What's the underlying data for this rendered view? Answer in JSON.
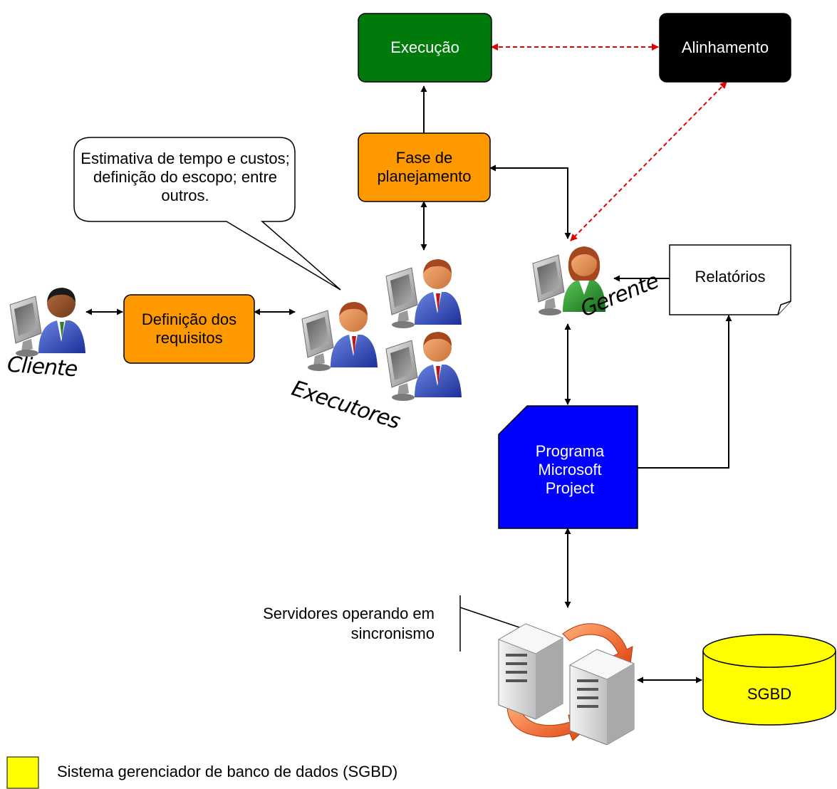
{
  "nodes": {
    "execucao": "Execução",
    "alinhamento": "Alinhamento",
    "fase_planejamento": "Fase de planejamento",
    "definicao_requisitos": "Definição dos requisitos",
    "relatorios": "Relatórios",
    "ms_project": "Programa Microsoft Project",
    "sgbd": "SGBD"
  },
  "callout": "Estimativa de tempo e custos; definição do escopo; entre outros.",
  "actors": {
    "cliente": "Cliente",
    "executores": "Executores",
    "gerente": "Gerente"
  },
  "servers_note": "Servidores operando em sincronismo",
  "legend": {
    "text": "Sistema gerenciador de banco de dados (SGBD)",
    "swatch_color": "#ffff00"
  },
  "colors": {
    "execucao": "#007a0b",
    "alinhamento": "#000000",
    "planejamento": "#ff9900",
    "requisitos": "#ff9900",
    "ms_project": "#0000ff",
    "sgbd": "#ffff00",
    "dashed_link": "#e00000"
  }
}
